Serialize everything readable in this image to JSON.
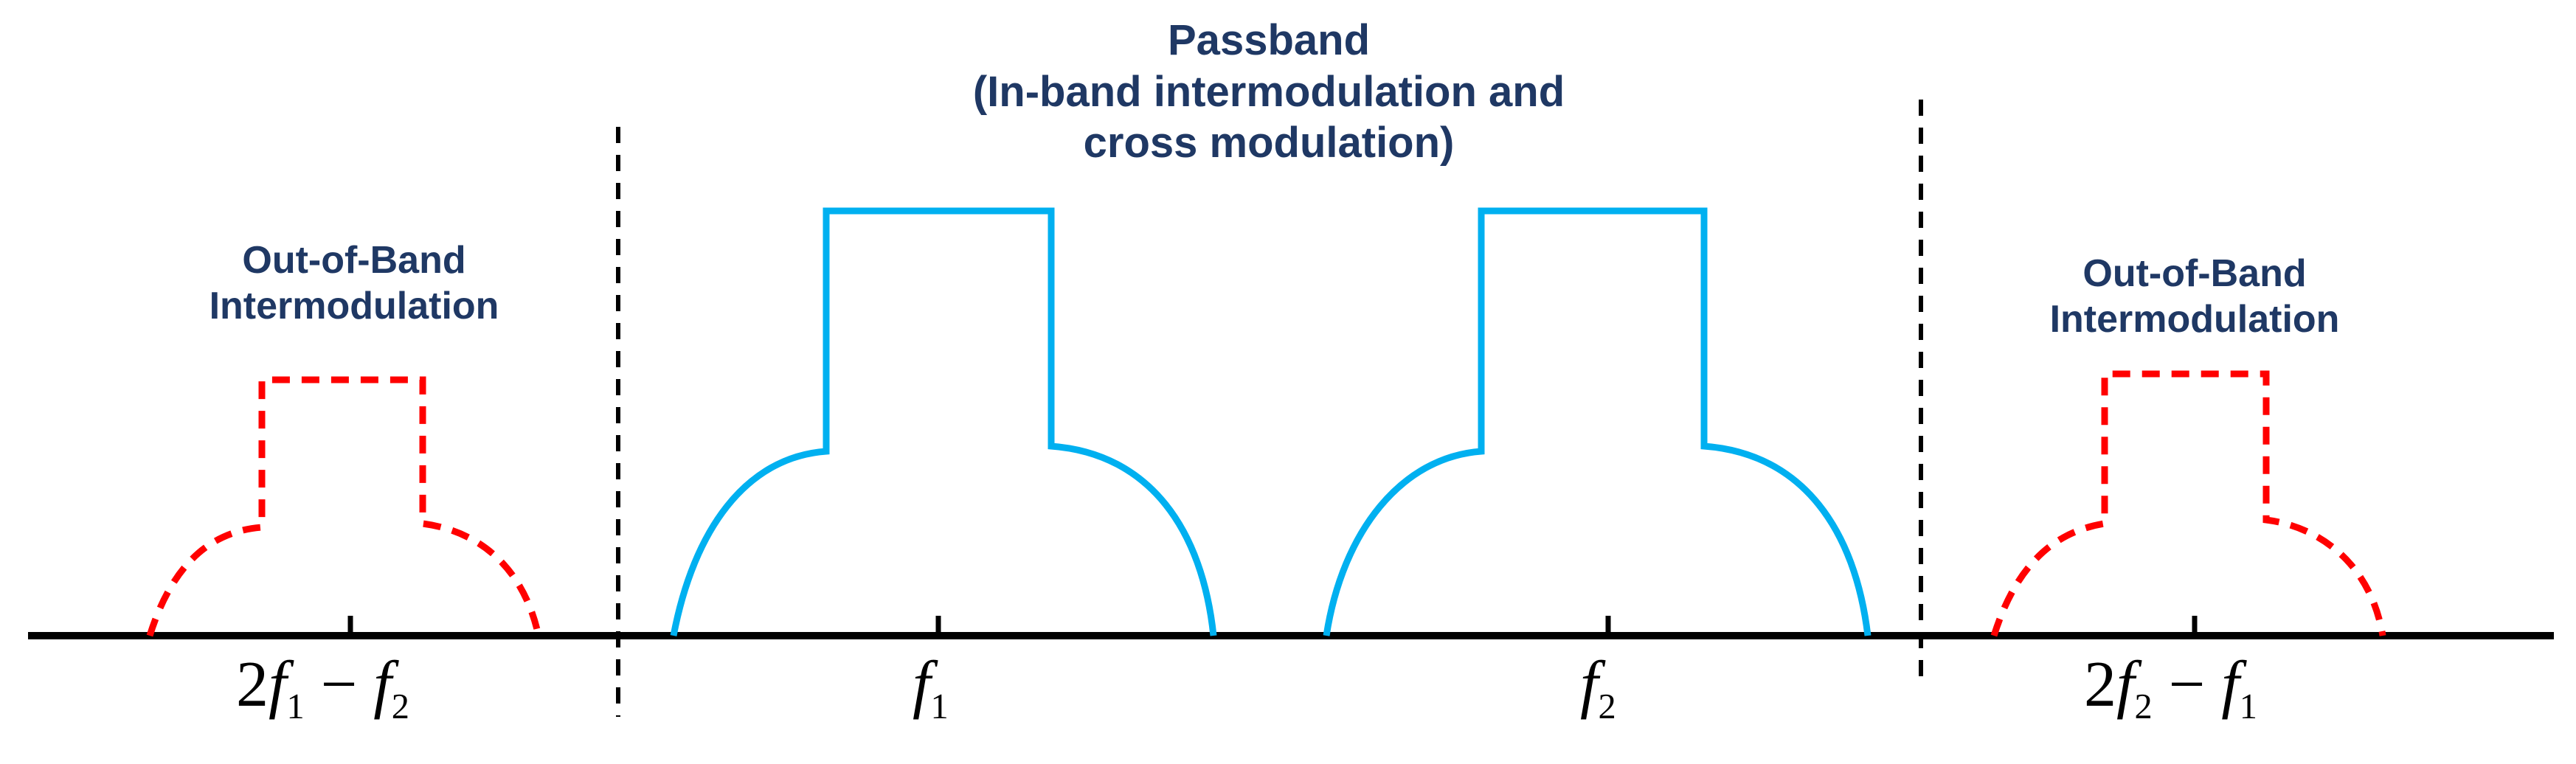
{
  "labels": {
    "passband_title": "Passband",
    "passband_line2": "(In-band intermodulation and",
    "passband_line3": "cross modulation)",
    "left_oob_line1": "Out-of-Band",
    "left_oob_line2": "Intermodulation",
    "right_oob_line1": "Out-of-Band",
    "right_oob_line2": "Intermodulation"
  },
  "axis_ticks": {
    "left_coef": "2",
    "left_f_a": "f",
    "left_sub_a": "1",
    "left_op": "−",
    "left_f_b": "f",
    "left_sub_b": "2",
    "f1_f": "f",
    "f1_sub": "1",
    "f2_f": "f",
    "f2_sub": "2",
    "right_coef": "2",
    "right_f_a": "f",
    "right_sub_a": "2",
    "right_op": "−",
    "right_f_b": "f",
    "right_sub_b": "1"
  },
  "colors": {
    "passband": "#00b0f0",
    "out_of_band": "#ff0000",
    "text": "#1f3864",
    "axis": "#000000"
  }
}
